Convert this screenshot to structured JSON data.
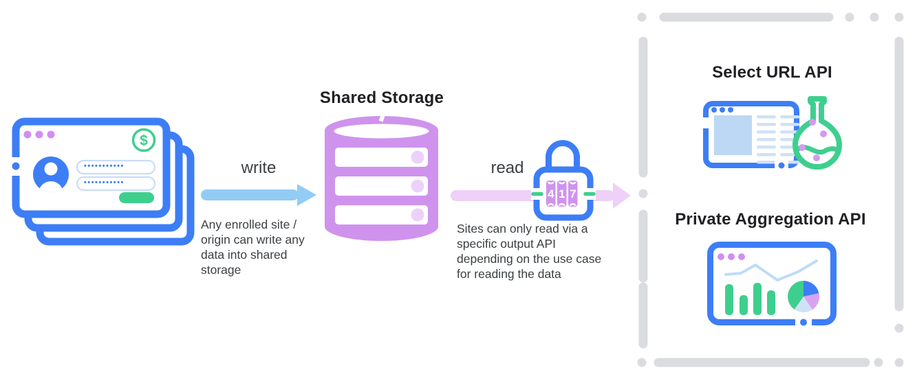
{
  "colors": {
    "blue": "#3d7ef6",
    "purple": "#cf93ee",
    "light_purple_fill": "#ecd2fa",
    "green": "#3ecf8e",
    "write_arrow_blue": "#92ccf5",
    "read_arrow_purple": "#eed0f8",
    "dashed_border_gray": "#dadce0",
    "title_text": "#202124",
    "body_text": "#3c4043"
  },
  "browser_stack": {
    "icon": "browser-windows-stack-icon",
    "dollar_glyph": "$",
    "password_field_1": "•••••••••••",
    "password_field_2": "•••••••••••"
  },
  "write_flow": {
    "label": "write",
    "description_lines": [
      "Any enrolled site /",
      "origin can write any",
      "data into shared",
      "storage"
    ]
  },
  "shared_storage": {
    "title": "Shared Storage",
    "icon": "database-icon"
  },
  "read_flow": {
    "label": "read",
    "description_lines": [
      "Sites can only read via a",
      "specific output API",
      "depending on the use case",
      "for reading the data"
    ],
    "lock": {
      "icon": "combination-lock-icon",
      "digits": [
        "4",
        "1",
        "7"
      ]
    }
  },
  "output_apis": {
    "boundary_icon": "dashed-boundary-border",
    "select_url": {
      "title": "Select URL API",
      "icon": "browser-flask-icon"
    },
    "private_aggregation": {
      "title": "Private Aggregation API",
      "icon": "dashboard-chart-icon"
    }
  }
}
